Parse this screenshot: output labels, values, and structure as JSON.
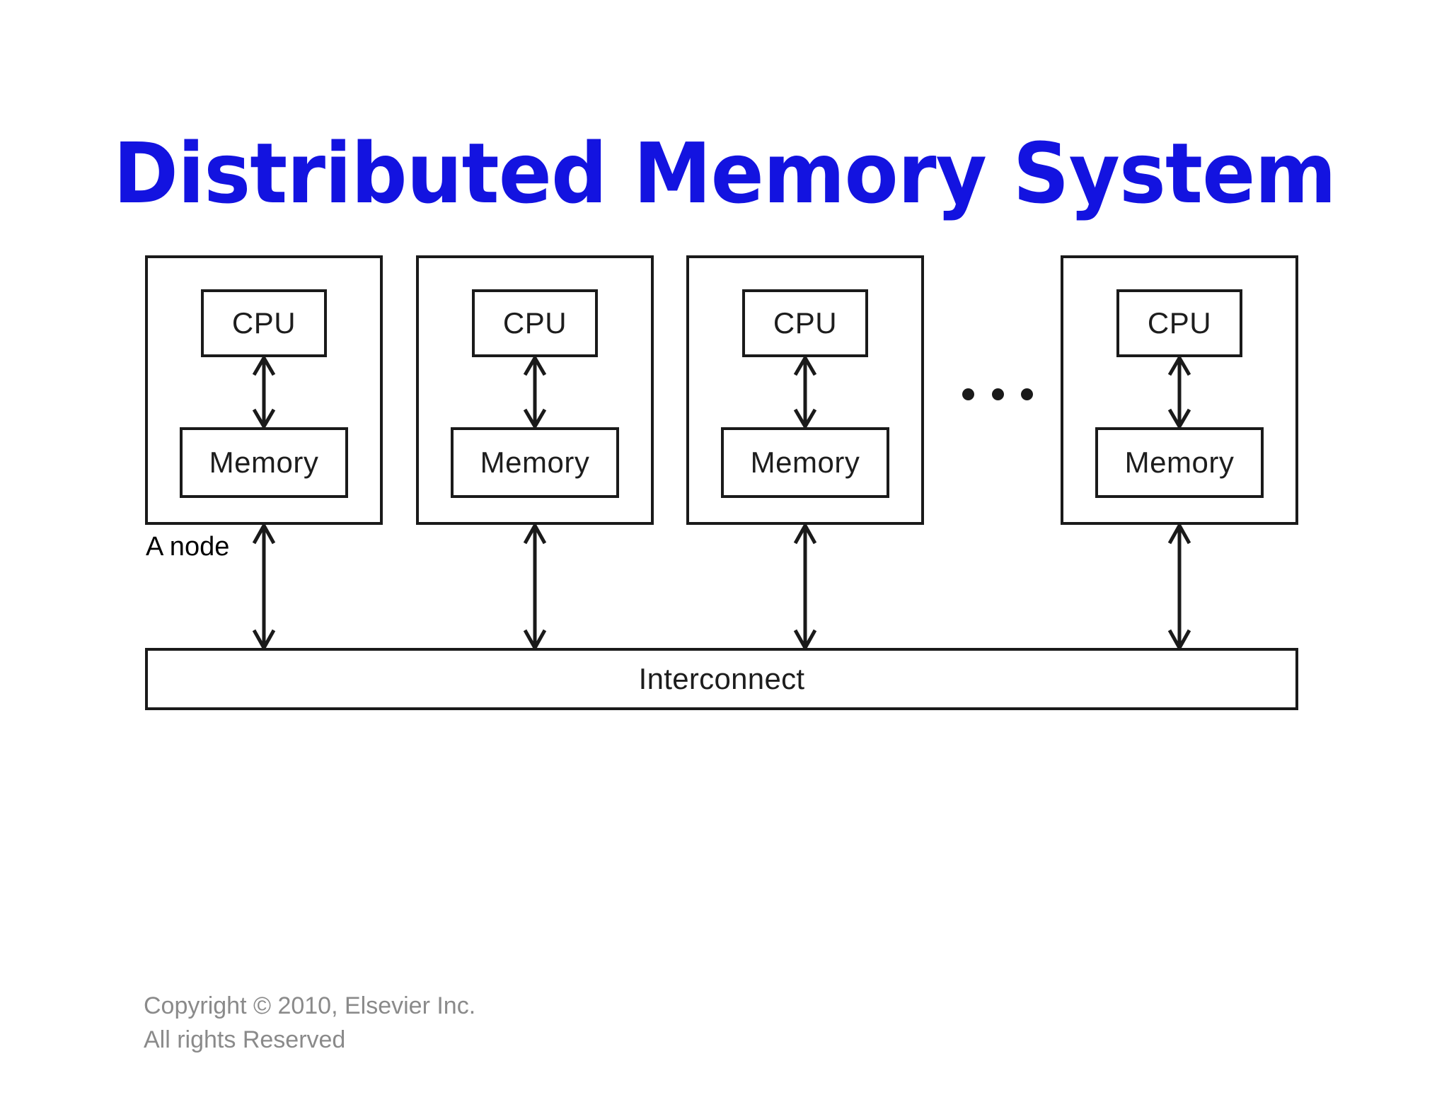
{
  "slide": {
    "title": "Distributed Memory System",
    "title_color": "#1313e0",
    "background": "#ffffff"
  },
  "diagram": {
    "type": "block-diagram",
    "node_label": "A node",
    "ellipsis_label": "...",
    "interconnect_label": "Interconnect",
    "stroke_color": "#1a1a1a",
    "nodes": [
      {
        "cpu_label": "CPU",
        "memory_label": "Memory"
      },
      {
        "cpu_label": "CPU",
        "memory_label": "Memory"
      },
      {
        "cpu_label": "CPU",
        "memory_label": "Memory"
      },
      {
        "cpu_label": "CPU",
        "memory_label": "Memory"
      }
    ]
  },
  "footer": {
    "copyright_line1": "Copyright © 2010, Elsevier Inc.",
    "copyright_line2": "All rights Reserved",
    "color": "#8a8a8a"
  }
}
